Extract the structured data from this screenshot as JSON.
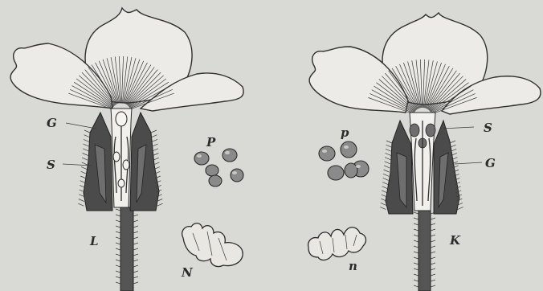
{
  "figure": {
    "left_flower": {
      "labels": {
        "G": "G",
        "S": "S",
        "L": "L"
      }
    },
    "left_pollen": {
      "label": "P"
    },
    "left_stigma": {
      "label": "N"
    },
    "right_pollen": {
      "label": "p"
    },
    "right_stigma": {
      "label": "n"
    },
    "right_flower": {
      "labels": {
        "S": "S",
        "G": "G",
        "K": "K"
      }
    }
  }
}
